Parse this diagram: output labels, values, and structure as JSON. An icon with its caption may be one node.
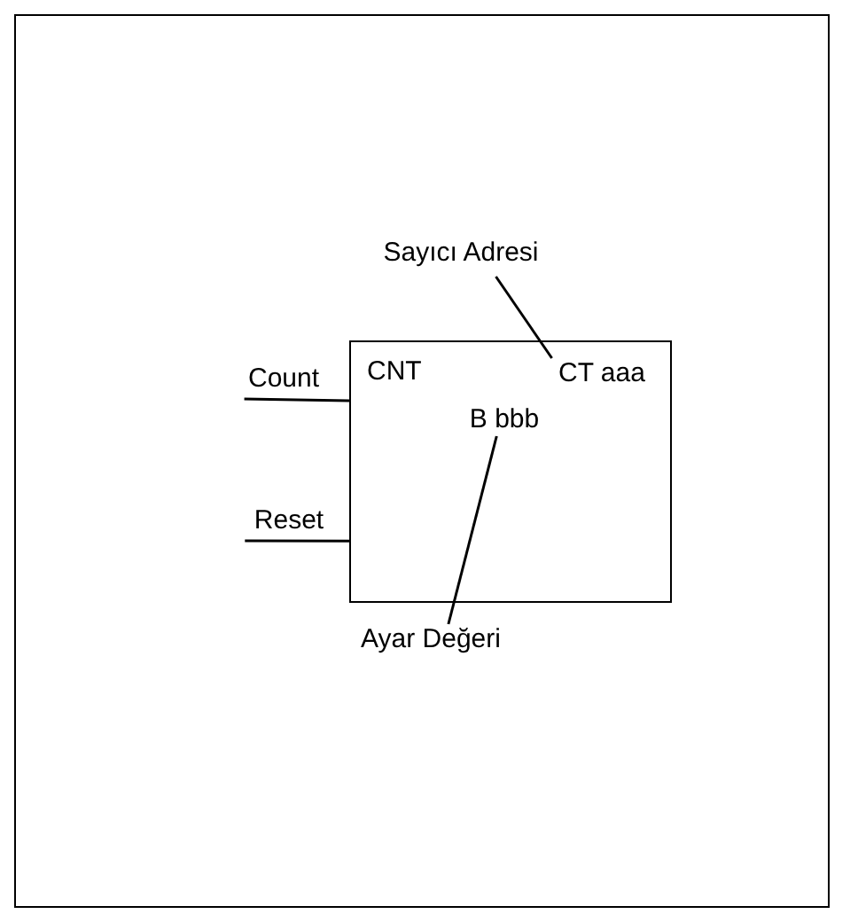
{
  "diagram": {
    "nodes": [
      {
        "text": [
          "CNT"
        ]
      },
      {
        "text": [
          "CT aaa"
        ],
        "in": 0
      },
      {
        "text": [
          "B bbb"
        ],
        "in": 0
      },
      {
        "text": [
          "Count"
        ]
      },
      {
        "text": [
          "Reset"
        ]
      },
      {
        "text": [
          "Sayıcı Adresi"
        ]
      },
      {
        "text": [
          "Ayar Değeri"
        ]
      }
    ],
    "edges": [
      {
        "from": 3,
        "to": 0,
        "arrow": "none"
      },
      {
        "from": 4,
        "to": 0,
        "arrow": "none"
      },
      {
        "from": 5,
        "to": 1,
        "arrow": "none"
      },
      {
        "from": 6,
        "to": 2,
        "arrow": "none"
      }
    ]
  }
}
